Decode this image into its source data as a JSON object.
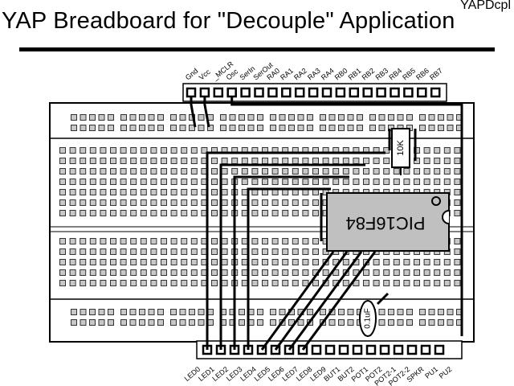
{
  "header": {
    "title": "YAP Breadboard for \"Decouple\" Application",
    "code": "YAPDcpl"
  },
  "top_pins": [
    "Gnd",
    "Vcc",
    "_MCLR",
    "Osc",
    "SerIn",
    "SerOut",
    "RA0",
    "RA1",
    "RA2",
    "RA3",
    "RA4",
    "RB0",
    "RB1",
    "RB2",
    "RB3",
    "RB4",
    "RB5",
    "RB6",
    "RB7"
  ],
  "bottom_pins": [
    "LED0",
    "LED1",
    "LED2",
    "LED3",
    "LED4",
    "LED5",
    "LED6",
    "LED7",
    "LED8",
    "LED9",
    "BUT1",
    "BUT2",
    "POT1",
    "POT2",
    "POT2-1",
    "POT2-2",
    "SPKR",
    "PU1",
    "PU2"
  ],
  "components": {
    "chip": "PIC16F84",
    "resistor": "10K",
    "capacitor": "0.1uF"
  },
  "colors": {
    "hole": "#c8c8c8",
    "chip": "#c0c0c0",
    "ink": "#000000"
  }
}
